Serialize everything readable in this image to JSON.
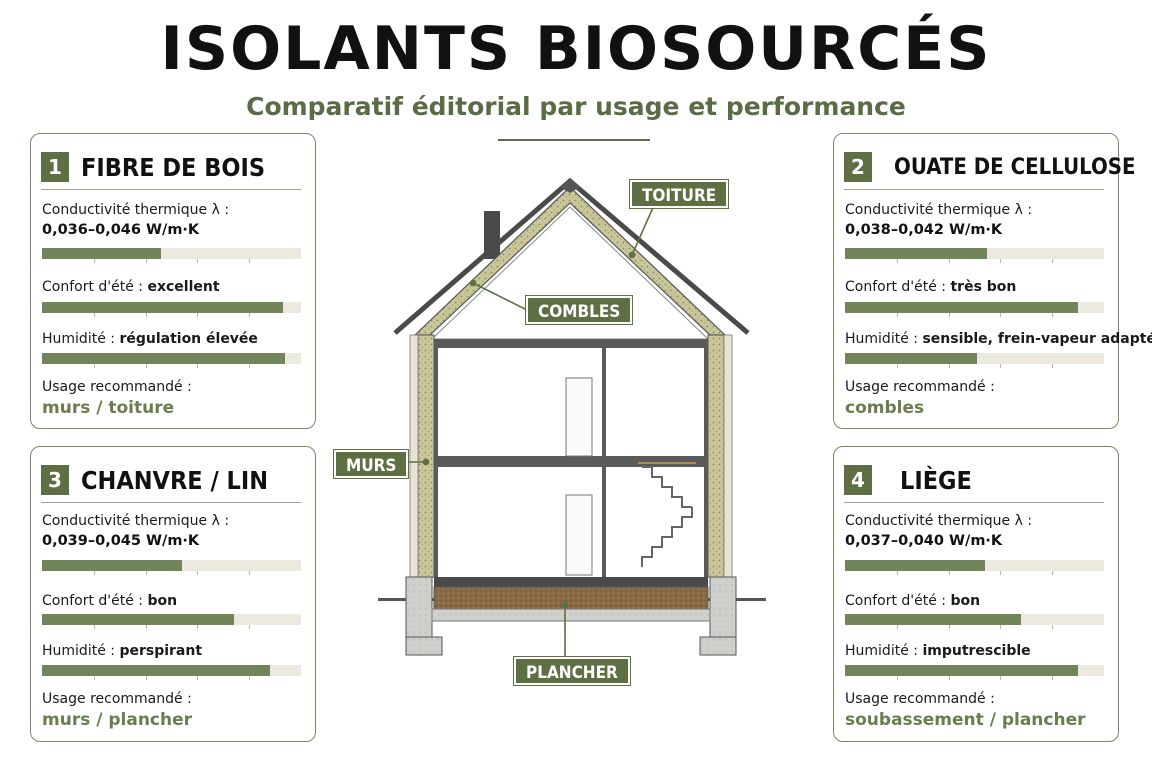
{
  "header": {
    "title": "ISOLANTS BIOSOURCÉS",
    "subtitle": "Comparatif éditorial par usage et performance"
  },
  "colors": {
    "accent": "#5e7043",
    "bar_fill": "#72845a",
    "bar_track": "#ece9df",
    "insulation": "#c9c79a"
  },
  "labels": {
    "conductivity": "Conductivité thermique λ :",
    "summer": "Confort d'été :",
    "humidity": "Humidité :",
    "usage": "Usage recommandé :"
  },
  "cards": [
    {
      "number": "1",
      "name": "FIBRE DE BOIS",
      "conductivity": "0,036–0,046 W/m·K",
      "conductivity_level": 0.46,
      "summer": "excellent",
      "summer_level": 0.93,
      "humidity": "régulation élevée",
      "humidity_level": 0.94,
      "usage": "murs / toiture"
    },
    {
      "number": "2",
      "name": "OUATE DE CELLULOSE",
      "conductivity": "0,038–0,042 W/m·K",
      "conductivity_level": 0.55,
      "summer": "très bon",
      "summer_level": 0.9,
      "humidity": "sensible, frein-vapeur adapté",
      "humidity_level": 0.51,
      "usage": "combles"
    },
    {
      "number": "3",
      "name": "CHANVRE / LIN",
      "conductivity": "0,039–0,045 W/m·K",
      "conductivity_level": 0.54,
      "summer": "bon",
      "summer_level": 0.74,
      "humidity": "perspirant",
      "humidity_level": 0.88,
      "usage": "murs / plancher"
    },
    {
      "number": "4",
      "name": "LIÈGE",
      "conductivity": "0,037–0,040 W/m·K",
      "conductivity_level": 0.54,
      "summer": "bon",
      "summer_level": 0.68,
      "humidity": "imputrescible",
      "humidity_level": 0.9,
      "usage": "soubassement / plancher"
    }
  ],
  "house_tags": {
    "roof": "TOITURE",
    "attic": "COMBLES",
    "walls": "MURS",
    "floor": "PLANCHER"
  }
}
